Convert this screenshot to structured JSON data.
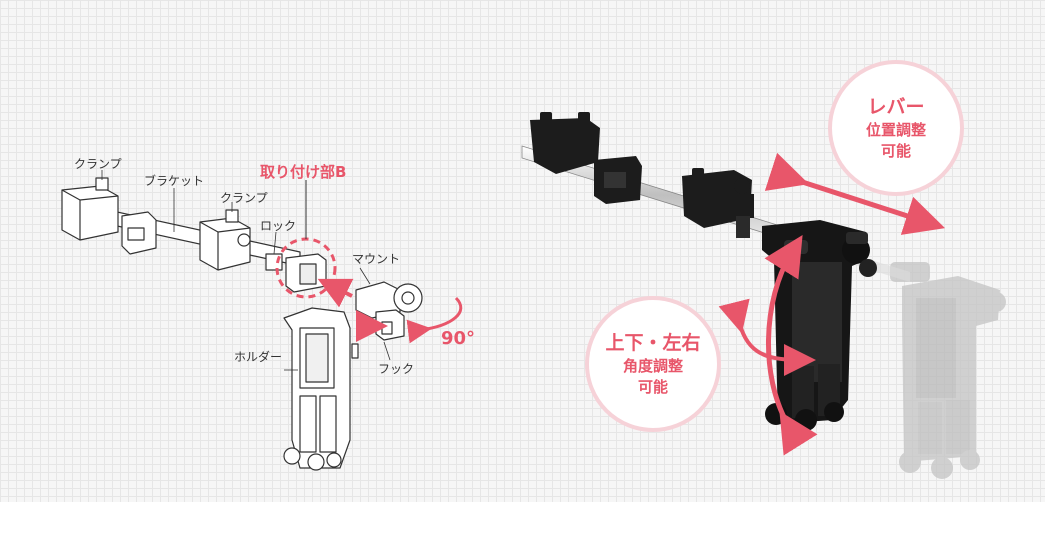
{
  "diagram": {
    "labels": {
      "clamp_left": "クランプ",
      "bracket": "ブラケット",
      "clamp_mid": "クランプ",
      "lock": "ロック",
      "mount_part_b": "取り付け部B",
      "mount": "マウント",
      "holder": "ホルダー",
      "hook": "フック",
      "rotation": "90°"
    }
  },
  "badges": {
    "lever": {
      "title": "レバー",
      "line2": "位置調整",
      "line3": "可能"
    },
    "angle": {
      "title": "上下・左右",
      "line2": "角度調整",
      "line3": "可能"
    }
  },
  "colors": {
    "accent": "#e8566a",
    "badge_ring": "#f6d2d8",
    "grid": "#e6e6e6",
    "background": "#f6f6f6"
  }
}
